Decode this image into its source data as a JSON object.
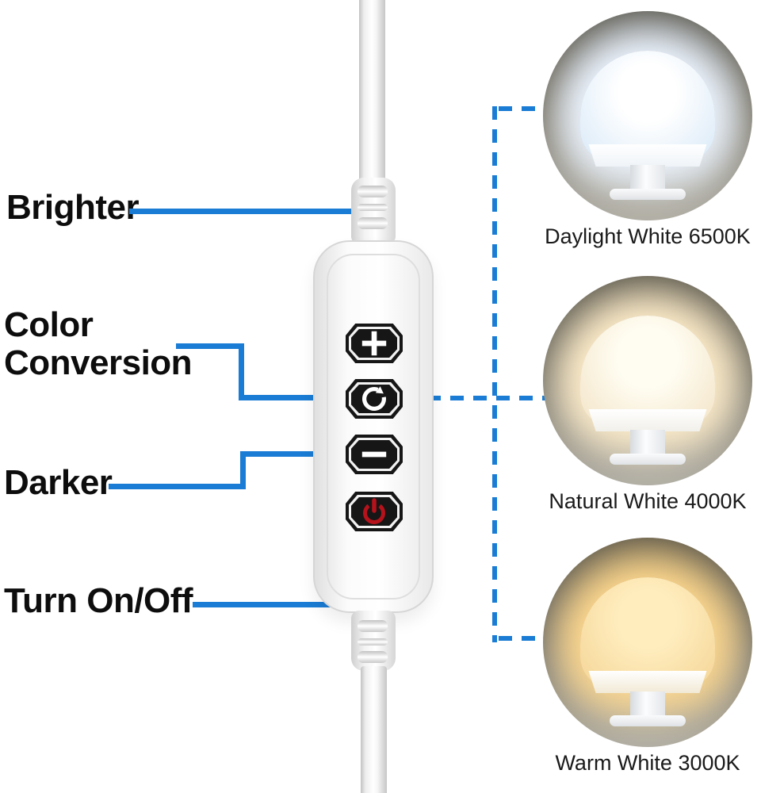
{
  "colors": {
    "accent_blue": "#1a7cd4",
    "power_red": "#b5121b",
    "button_black": "#161616"
  },
  "annotations": {
    "brighter": "Brighter",
    "color_conversion": "Color Conversion",
    "darker": "Darker",
    "turn_on_off": "Turn On/Off"
  },
  "controller": {
    "buttons": [
      {
        "id": "brighter",
        "icon": "plus-icon"
      },
      {
        "id": "color-conversion",
        "icon": "cycle-icon"
      },
      {
        "id": "darker",
        "icon": "minus-icon"
      },
      {
        "id": "power",
        "icon": "power-icon"
      }
    ]
  },
  "color_modes": [
    {
      "caption": "Daylight White 6500K",
      "halo": "#edf5ff",
      "glow": "#ffffff",
      "dome": "#dcebf8",
      "skirt": "#eff4f8"
    },
    {
      "caption": "Natural White 4000K",
      "halo": "#ffeecb",
      "glow": "#fffdf2",
      "dome": "#f4e6cb",
      "skirt": "#f2f0ea"
    },
    {
      "caption": "Warm White 3000K",
      "halo": "#ffd98f",
      "glow": "#ffedbe",
      "dome": "#f5d79a",
      "skirt": "#f2e9d5"
    }
  ]
}
